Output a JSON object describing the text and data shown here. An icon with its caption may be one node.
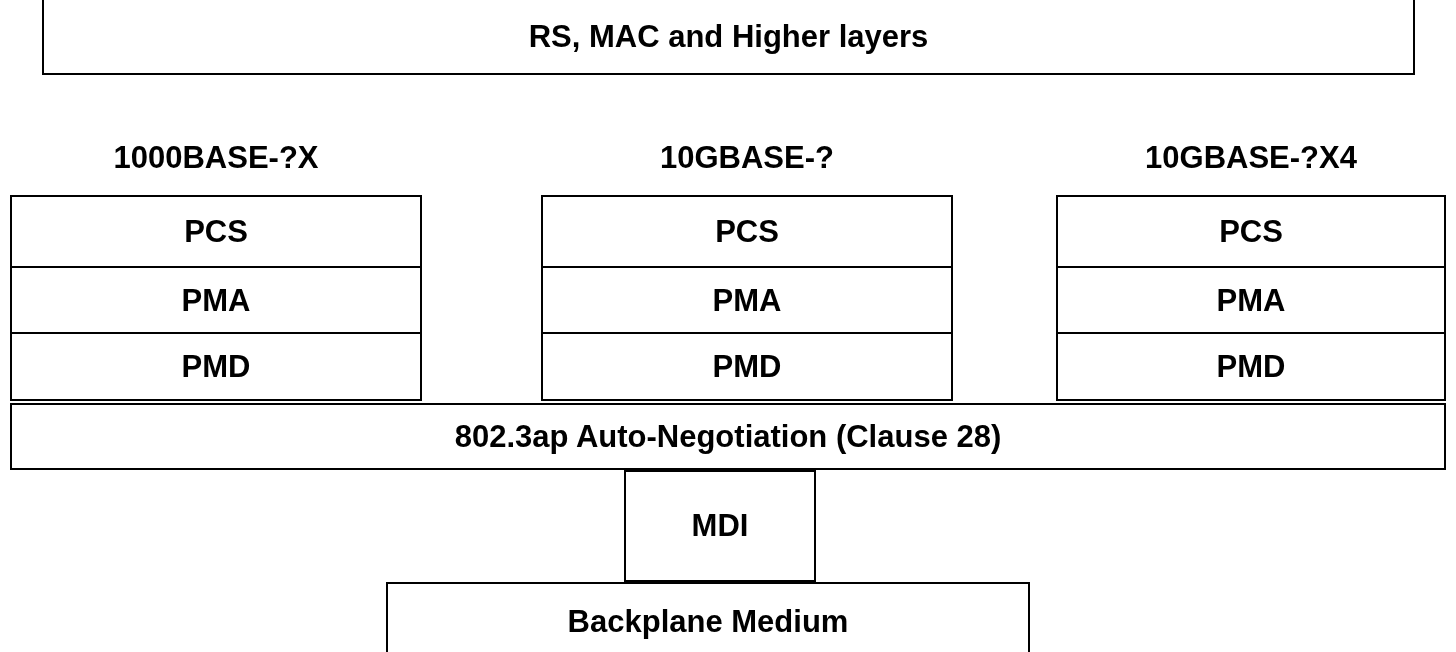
{
  "diagram": {
    "nodes": [
      {
        "text": [
          "RS, MAC and Higher layers"
        ]
      },
      {
        "text": [
          "1000BASE-?X"
        ]
      },
      {
        "text": [
          "PCS"
        ],
        "in": 1
      },
      {
        "text": [
          "PMA"
        ],
        "in": 1
      },
      {
        "text": [
          "PMD"
        ],
        "in": 1
      },
      {
        "text": [
          "10GBASE-?"
        ]
      },
      {
        "text": [
          "PCS"
        ],
        "in": 5
      },
      {
        "text": [
          "PMA"
        ],
        "in": 5
      },
      {
        "text": [
          "PMD"
        ],
        "in": 5
      },
      {
        "text": [
          "10GBASE-?X4"
        ]
      },
      {
        "text": [
          "PCS"
        ],
        "in": 9
      },
      {
        "text": [
          "PMA"
        ],
        "in": 9
      },
      {
        "text": [
          "PMD"
        ],
        "in": 9
      },
      {
        "text": [
          "802.3ap Auto-Negotiation (Clause 28)"
        ]
      },
      {
        "text": [
          "MDI"
        ]
      },
      {
        "text": [
          "Backplane Medium"
        ]
      }
    ]
  }
}
